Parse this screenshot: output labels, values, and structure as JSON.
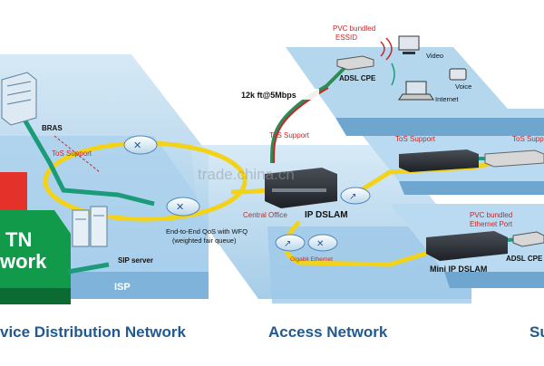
{
  "sections": {
    "service_distribution": "vice Distribution Network",
    "access": "Access Network",
    "subscriber": "Su"
  },
  "labels": {
    "bras": "BRAS",
    "tos_left": "ToS Support",
    "tos_mid": "ToS Support",
    "tos_right1": "ToS Support",
    "tos_right2": "ToS Support",
    "sip_server": "SIP server",
    "isp": "ISP",
    "pstn_line1": "TN",
    "pstn_line2": "work",
    "qos_line1": "End-to-End QoS with WFQ",
    "qos_line2": "(weighted fair queue)",
    "central_office": "Central Office",
    "ip_dslam": "IP DSLAM",
    "gigabit": "Gigabit Ethernet",
    "mini_ip_dslam": "Mini IP DSLAM",
    "speed": "12k ft@5Mbps",
    "pvc_essid_1": "PVC bundled",
    "pvc_essid_2": "ESSID",
    "adsl_cpe_top": "ADSL CPE",
    "video": "Video",
    "voice": "Voice",
    "internet": "Internet",
    "pvc_eth_1": "PVC bundled",
    "pvc_eth_2": "Ethernet Port",
    "adsl_cpe_bottom": "ADSL CPE",
    "watermark": "trade.china.cn"
  },
  "colors": {
    "platform_blue": "#9cc8e6",
    "platform_side": "#6fa6cf",
    "link_yellow": "#f3d21a",
    "link_green": "#1b9b7a",
    "pstn_green": "#119a4a",
    "pstn_red": "#e4322b",
    "title_blue": "#1f5a93"
  }
}
